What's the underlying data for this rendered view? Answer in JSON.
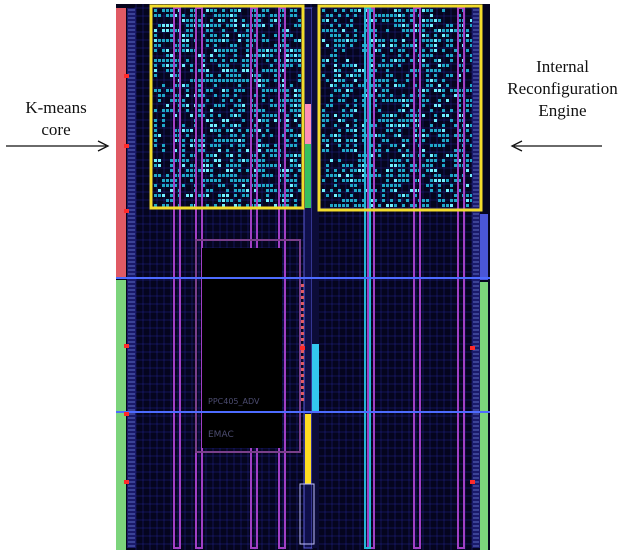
{
  "labels": {
    "left_lines": [
      "K-means",
      "core"
    ],
    "right_lines": [
      "Internal",
      "Reconfiguration",
      "Engine"
    ]
  },
  "die_text": {
    "ppc_label": "PPC405_ADV",
    "emac_label": "EMAC"
  },
  "colors": {
    "background": "#ffffff",
    "die_background": "#05051e",
    "grid_line": "#2a2fb0",
    "clock_region_line": "#4d6bff",
    "region_outline": "#f2dc2c",
    "logic_fill": "#1fa8c8",
    "logic_highlight": "#6ff0ff",
    "bram_column": "#a13fc4",
    "dsp_column": "#25b6d6",
    "io_red": "#e05a64",
    "io_green": "#7cd47c",
    "io_blue": "#4a56d8",
    "ppc_block": "#000000",
    "ppc_outline": "#7a3f8a",
    "center_pink": "#ff8fb8",
    "center_green": "#36c060",
    "center_yellow": "#ffdd22",
    "center_cyan": "#33c7ee",
    "marker_red": "#ff2a2a",
    "arrow": "#111111"
  }
}
